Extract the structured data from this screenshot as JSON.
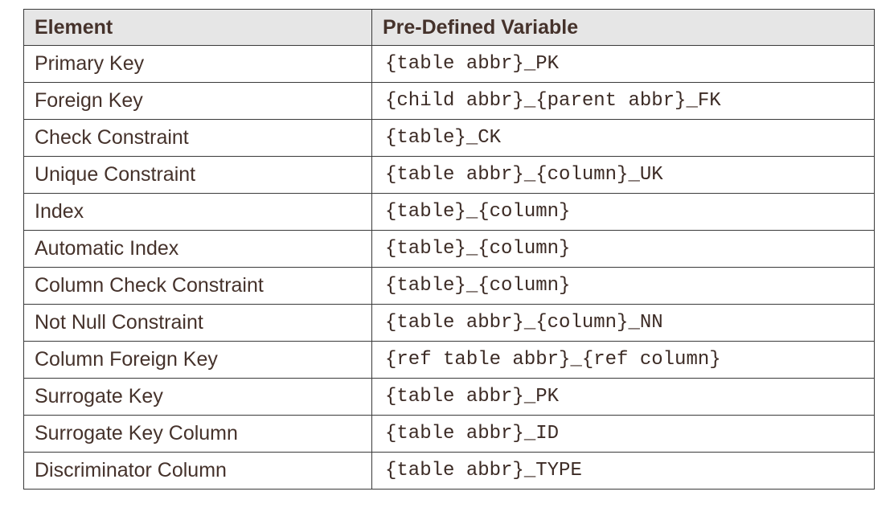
{
  "table": {
    "headers": {
      "element": "Element",
      "variable": "Pre-Defined Variable"
    },
    "rows": [
      {
        "element": "Primary Key",
        "variable": "{table abbr}_PK"
      },
      {
        "element": "Foreign Key",
        "variable": "{child abbr}_{parent abbr}_FK"
      },
      {
        "element": "Check Constraint",
        "variable": "{table}_CK"
      },
      {
        "element": "Unique Constraint",
        "variable": "{table abbr}_{column}_UK"
      },
      {
        "element": "Index",
        "variable": "{table}_{column}"
      },
      {
        "element": "Automatic Index",
        "variable": "{table}_{column}"
      },
      {
        "element": "Column Check Constraint",
        "variable": "{table}_{column}"
      },
      {
        "element": "Not Null Constraint",
        "variable": "{table abbr}_{column}_NN"
      },
      {
        "element": "Column Foreign Key",
        "variable": "{ref table abbr}_{ref column}"
      },
      {
        "element": "Surrogate Key",
        "variable": "{table abbr}_PK"
      },
      {
        "element": "Surrogate Key Column",
        "variable": "{table abbr}_ID"
      },
      {
        "element": "Discriminator Column",
        "variable": "{table abbr}_TYPE"
      }
    ]
  }
}
